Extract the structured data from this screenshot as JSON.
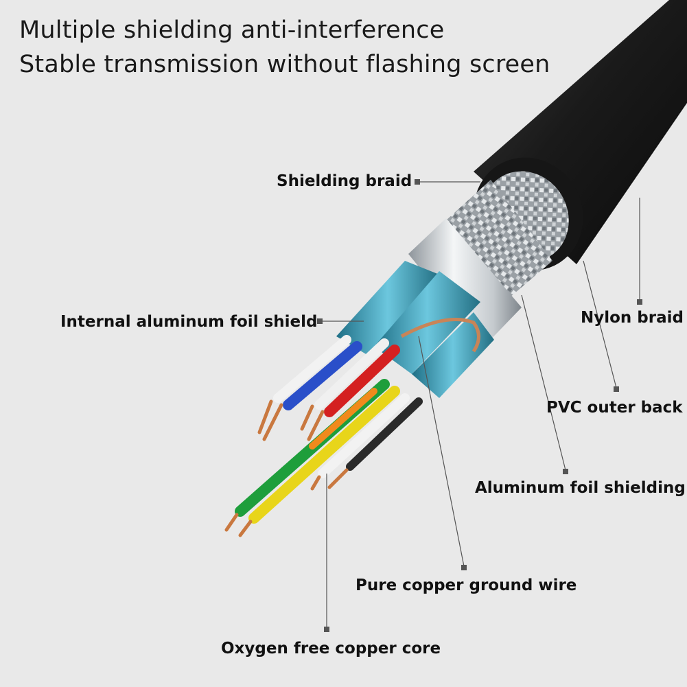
{
  "headline": {
    "line1": "Multiple shielding anti-interference",
    "line2": "Stable transmission without flashing screen"
  },
  "callouts": {
    "shielding_braid": "Shielding braid",
    "internal_foil": "Internal aluminum foil shield",
    "nylon_braid": "Nylon braid",
    "pvc_outer": "PVC outer back",
    "aluminum_foil": "Aluminum foil shielding",
    "ground_wire": "Pure copper ground wire",
    "copper_core": "Oxygen free copper core"
  },
  "colors": {
    "background": "#e9e9e9",
    "jacket": "#1b1b1b",
    "foil": "#c9ced3",
    "pair_shield": "#3fa6bf",
    "leader_line": "#555555"
  }
}
